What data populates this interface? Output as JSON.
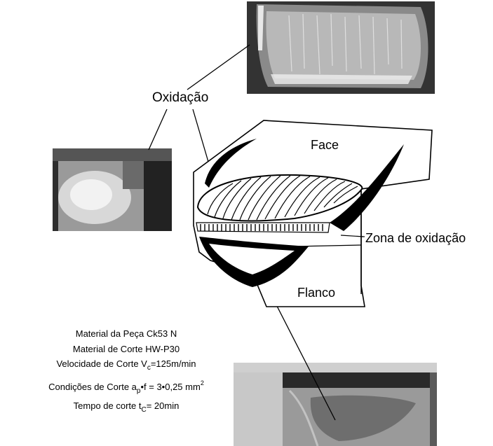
{
  "labels": {
    "oxidacao": "Oxidação",
    "face": "Face",
    "zona": "Zona de oxidação",
    "flanco": "Flanco"
  },
  "conditions": {
    "line1": "Material da Peça Ck53 N",
    "line2": "Material de Corte HW-P30",
    "line3_pre": "Velocidade de Corte V",
    "line3_sub": "c",
    "line3_post": "=125m/min",
    "line4_pre": "Condições de Corte a",
    "line4_sub": "p",
    "line4_mid": "•f = 3•0,25 mm",
    "line4_sup": "2",
    "line5_pre": "Tempo de corte t",
    "line5_sub": "C",
    "line5_post": "= 20min"
  }
}
